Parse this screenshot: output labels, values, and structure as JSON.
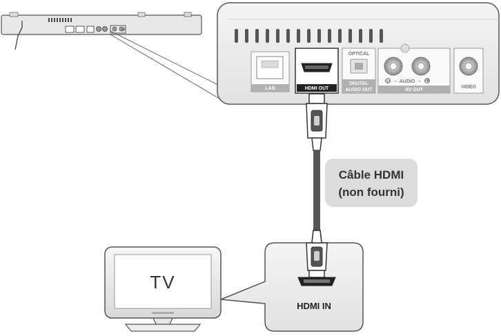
{
  "diagram": {
    "rear_panel": {
      "ports": {
        "lan": "LAN",
        "hdmi_out": "HDMI OUT",
        "optical": "OPTICAL",
        "digital_audio_out_line1": "DIGITAL",
        "digital_audio_out_line2": "AUDIO OUT",
        "audio_right_marker": "R",
        "audio_dash_left": "–",
        "audio_label": "AUDIO",
        "audio_dash_right": "–",
        "audio_left_marker": "L",
        "av_out": "AV OUT",
        "video": "VIDEO"
      }
    },
    "cable_label": {
      "line1": "Câble HDMI",
      "line2": "(non fourni)"
    },
    "tv": {
      "screen_label": "TV"
    },
    "tv_callout": {
      "port_label": "HDMI IN"
    },
    "colors": {
      "panel_fill": "#eeeeee",
      "panel_stroke": "#555555",
      "cable": "#555555",
      "label_bubble": "#dcdcdc",
      "port_label_bar": "#b0b0b0"
    }
  }
}
